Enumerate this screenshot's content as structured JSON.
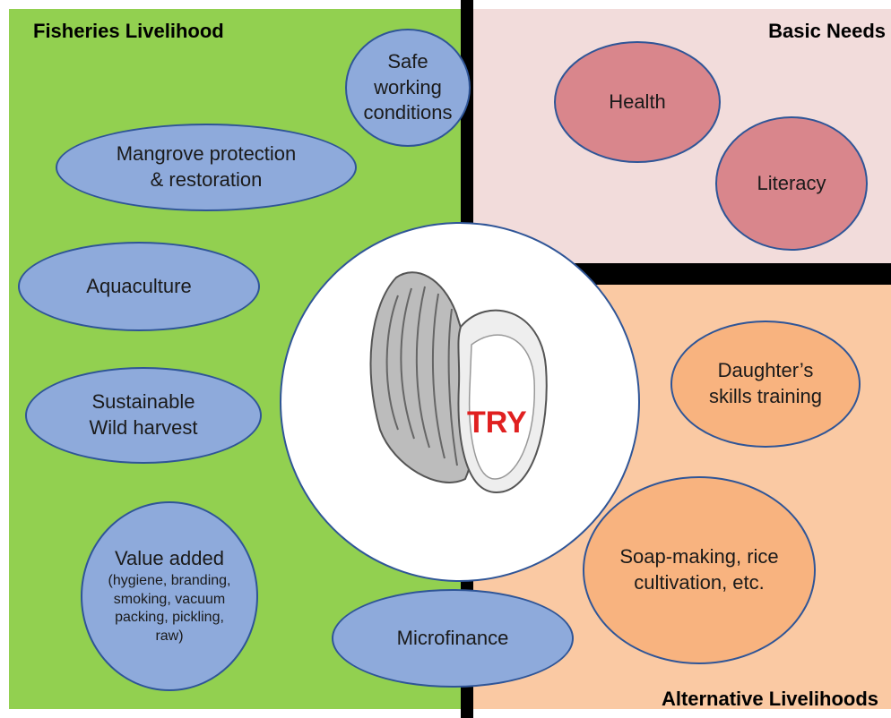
{
  "sections": {
    "fisheries": "Fisheries Livelihood",
    "basic": "Basic Needs",
    "alternative": "Alternative Livelihoods"
  },
  "nodes": {
    "safe": [
      "Safe",
      "working",
      "conditions"
    ],
    "mangrove": [
      "Mangrove protection",
      "& restoration"
    ],
    "aquaculture": "Aquaculture",
    "sustainable": [
      "Sustainable",
      "Wild harvest"
    ],
    "value_title": "Value added",
    "value_sub": [
      "(hygiene, branding,",
      "smoking, vacuum",
      "packing, pickling,",
      "raw)"
    ],
    "microfinance": "Microfinance",
    "health": "Health",
    "literacy": "Literacy",
    "daughter": [
      "Daughter’s",
      "skills training"
    ],
    "soap": [
      "Soap-making, rice",
      "cultivation, etc."
    ]
  },
  "logo_text": "TRY",
  "colors": {
    "fisheries_bg": "#92d050",
    "basic_bg": "#f2dcdb",
    "alternative_bg": "#fac9a3",
    "blue_node": "#8eaadb",
    "red_node": "#d9868c",
    "orange_node": "#f8b37f",
    "logo_red": "#e02020"
  }
}
